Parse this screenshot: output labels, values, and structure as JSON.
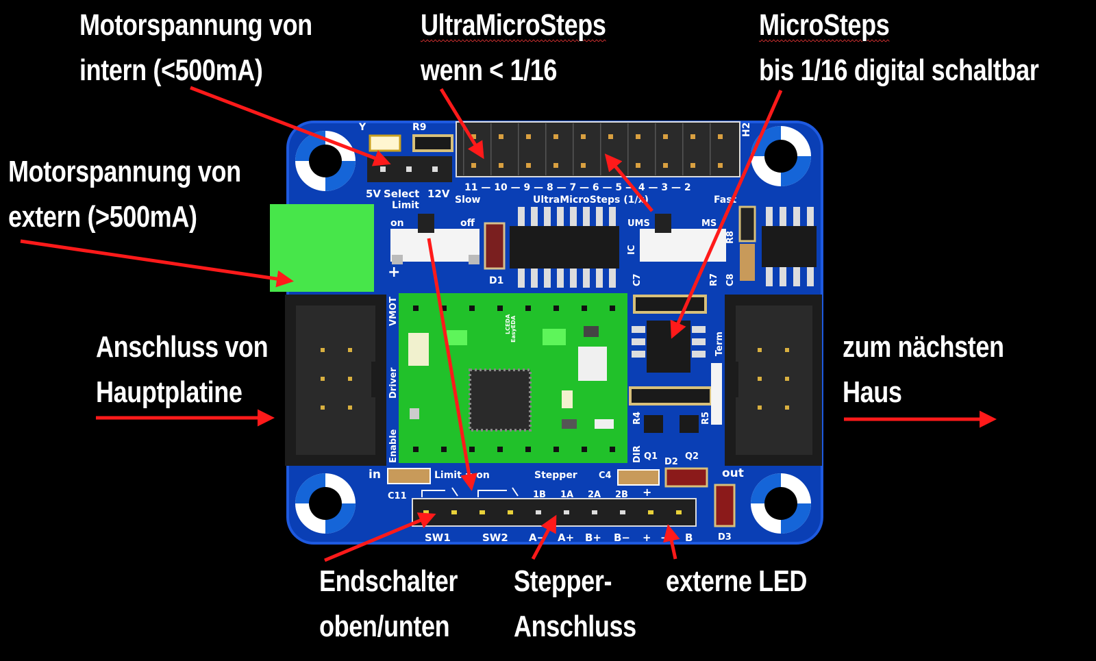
{
  "callouts": {
    "motor_int": [
      "Motorspannung von",
      "intern (<500mA)"
    ],
    "ums": [
      "UltraMicroSteps",
      "wenn < 1/16"
    ],
    "ms": [
      "MicroSteps",
      "bis 1/16 digital schaltbar"
    ],
    "motor_ext": [
      "Motorspannung von",
      "extern (>500mA)"
    ],
    "anschluss": [
      "Anschluss von",
      "Hauptplatine"
    ],
    "naechstes": [
      "zum nächsten",
      "Haus"
    ],
    "endschalter": [
      "Endschalter",
      "oben/unten"
    ],
    "stepper": [
      "Stepper-",
      "Anschluss"
    ],
    "led": [
      "externe LED"
    ]
  },
  "silkscreen": {
    "y": "Y",
    "r9": "R9",
    "h2": "H2",
    "v5": "5V",
    "select": "Select",
    "v12": "12V",
    "limit": "Limit",
    "on": "on",
    "off": "off",
    "d1": "D1",
    "scale_nums": "11 — 10 — 9 — 8 — 7 — 6 — 5 — 4 — 3 — 2",
    "slow": "Slow",
    "fast": "Fast",
    "ums_title": "UltraMicroSteps (1/x)",
    "ums": "UMS",
    "ms": "MS",
    "ic": "IC",
    "c7": "C7",
    "r7": "R7",
    "c8": "C8",
    "r8": "R8",
    "vmot": "VMOT",
    "driver": "Driver",
    "enable": "Enable",
    "plus": "+",
    "term": "Term",
    "r4": "R4",
    "r5": "R5",
    "dir": "DIR",
    "q1": "Q1",
    "d2": "D2",
    "q2": "Q2",
    "in": "in",
    "out": "out",
    "c11": "C11",
    "c4": "C4",
    "d3": "D3",
    "limit_on": "Limit = on",
    "stepper": "Stepper",
    "pins_top": [
      "1B",
      "1A",
      "2A",
      "2B",
      "+"
    ],
    "sw1": "SW1",
    "sw2": "SW2",
    "pins_bottom": [
      "A−",
      "A+",
      "B+",
      "B−",
      "+",
      "−",
      "B"
    ],
    "logo": "EasyEDA",
    "lceda": "LCEDA"
  },
  "colors": {
    "board": "#0a3fb5",
    "header": "#1c1c1c",
    "driver_board": "#21c12a",
    "terminal": "#47e64a",
    "arrow": "#ff1a1a",
    "text": "#ffffff"
  },
  "icons": [
    "mounting-hole-icon",
    "arrow-icon",
    "easyeda-logo-icon"
  ]
}
